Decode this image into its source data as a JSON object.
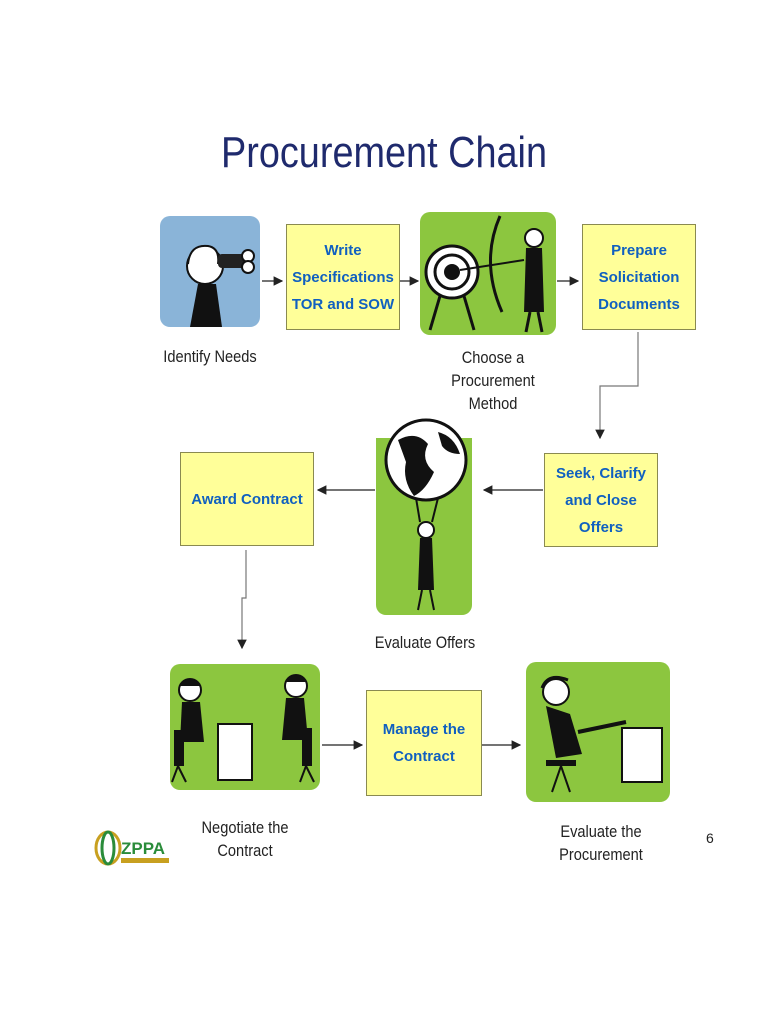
{
  "title": "Procurement Chain",
  "boxes": {
    "write_specs": "Write\nSpecifications\nTOR and SOW",
    "prepare_docs": "Prepare\nSolicitation\nDocuments",
    "seek_offers": "Seek, Clarify\nand Close\nOffers",
    "award_contract": "Award Contract",
    "manage_contract": "Manage the\nContract"
  },
  "captions": {
    "identify_needs": "Identify Needs",
    "choose_method": "Choose a\nProcurement\nMethod",
    "evaluate_offers": "Evaluate Offers",
    "negotiate_contract": "Negotiate the\nContract",
    "evaluate_procurement": "Evaluate the\nProcurement"
  },
  "logo_text": "ZPPA",
  "page_number": "6",
  "colors": {
    "title": "#1f2a6d",
    "box_fill": "#ffff99",
    "box_text": "#1060c0",
    "picture_bg": "#8cc63f",
    "binocular_bg": "#8ab4d8"
  },
  "icons": {
    "identify_needs": "person-binoculars-icon",
    "choose_method": "archer-target-icon",
    "evaluate_offers": "person-holding-globe-icon",
    "negotiate_contract": "two-people-at-desk-icon",
    "evaluate_procurement": "person-relaxing-at-desk-icon"
  }
}
